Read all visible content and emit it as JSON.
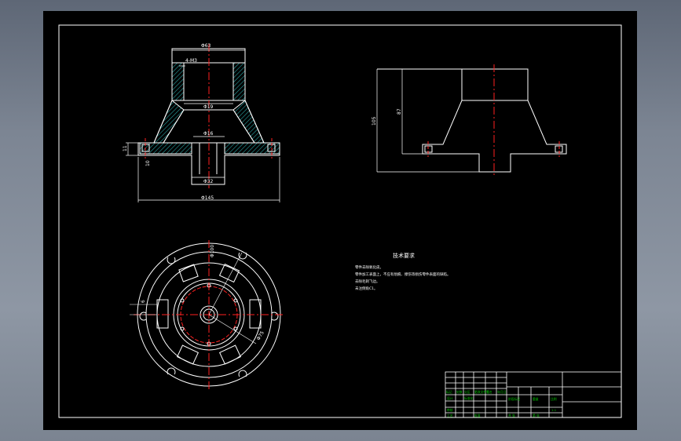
{
  "drawing": {
    "background_color": "#000000",
    "line_color": "#ffffff",
    "centerline_color": "#ff2020",
    "hatch_color": "#29a3a3",
    "title_block_color": "#00c800",
    "front_view": {
      "top_bore_dim": "Φ63",
      "wall_dim": "4-M3",
      "inner_dim": "Φ19",
      "hub_dim": "Φ16",
      "flange_height_dim": "11",
      "base_step_dim": "10",
      "bottom_bore_dim": "Φ32",
      "overall_diameter_dim": "Φ145"
    },
    "side_view": {
      "total_height_dim": "105",
      "cone_height_dim": "87"
    },
    "top_view": {
      "circle_dim_a": "Φ100",
      "circle_dim_b": "Φ75",
      "slot_dim": "6"
    },
    "tech_requirements": {
      "title": "技术要求",
      "lines": [
        "零件去除氧化皮。",
        "零件加工表面上，不应有划痕、擦伤等损伤零件表面的缺陷。",
        "去除毛刺飞边。",
        "未注倒角C1。"
      ]
    },
    "title_block": {
      "labels": [
        "标记",
        "处数",
        "分区",
        "更改文件号",
        "签名",
        "年月日",
        "设计",
        "标准化",
        "阶段标记",
        "重量",
        "比例",
        "审核",
        "工艺",
        "批准",
        "共 张",
        "第 张"
      ],
      "scale_value": "1:1"
    }
  }
}
